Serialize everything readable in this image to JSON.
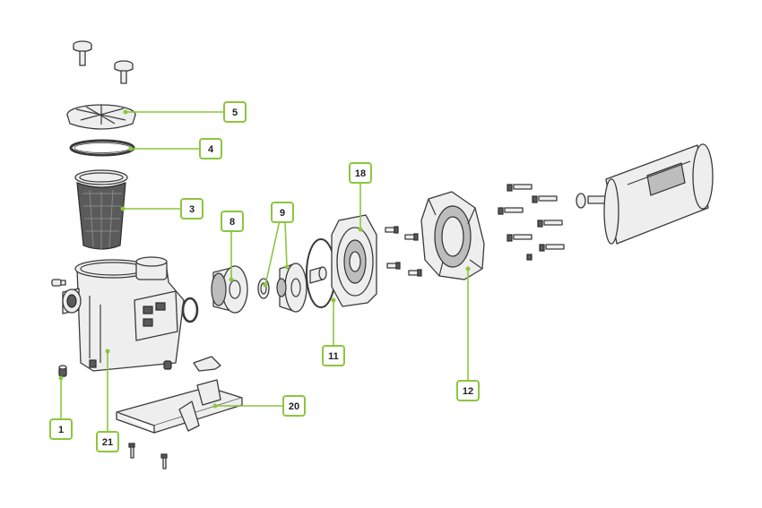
{
  "callouts": [
    {
      "id": "1",
      "label": "1"
    },
    {
      "id": "3",
      "label": "3"
    },
    {
      "id": "4",
      "label": "4"
    },
    {
      "id": "5",
      "label": "5"
    },
    {
      "id": "8",
      "label": "8"
    },
    {
      "id": "9",
      "label": "9"
    },
    {
      "id": "11",
      "label": "11"
    },
    {
      "id": "12",
      "label": "12"
    },
    {
      "id": "18",
      "label": "18"
    },
    {
      "id": "20",
      "label": "20"
    },
    {
      "id": "21",
      "label": "21"
    }
  ],
  "colors": {
    "callout_accent": "#8cc63f",
    "outline": "#3a3a3a"
  }
}
